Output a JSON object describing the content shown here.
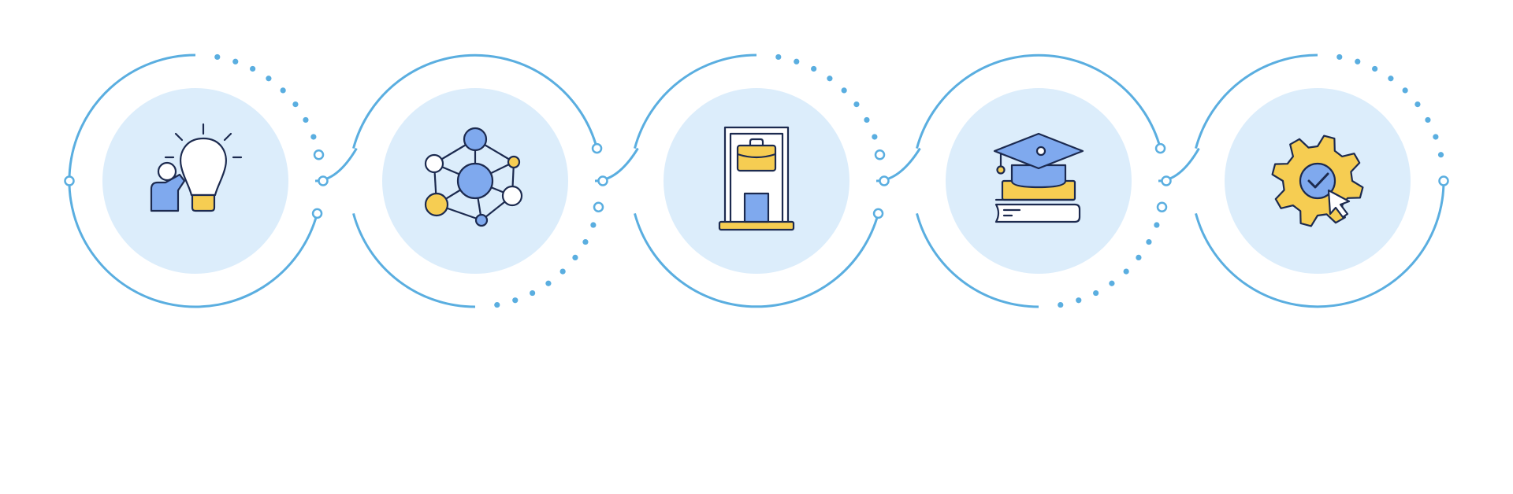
{
  "colors": {
    "outline": "#5aaee0",
    "disc": "#dcedfb",
    "icon_blue": "#7fa9ee",
    "icon_yellow": "#f6cd52",
    "icon_stroke": "#1c2a4f",
    "background": "#ffffff"
  },
  "steps": [
    {
      "icon": "lightbulb-person-icon",
      "dots": "top"
    },
    {
      "icon": "network-nodes-icon",
      "dots": "bottom"
    },
    {
      "icon": "office-building-briefcase-icon",
      "dots": "top"
    },
    {
      "icon": "graduation-cap-books-icon",
      "dots": "bottom"
    },
    {
      "icon": "gear-check-cursor-icon",
      "dots": "top"
    }
  ]
}
